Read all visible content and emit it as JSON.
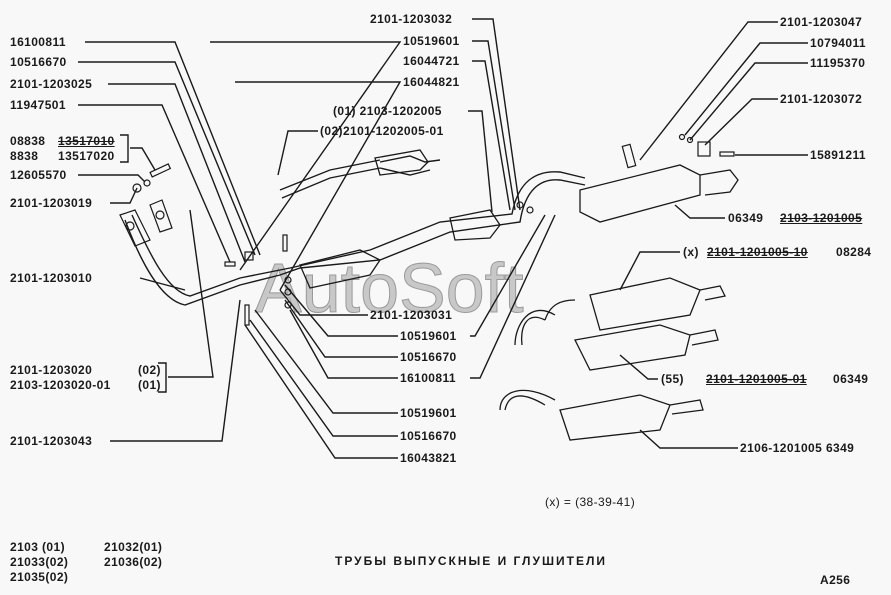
{
  "watermark": "AutoSoft",
  "labels_left": [
    "16100811",
    "10516670",
    "2101-1203025",
    "11947501",
    "08838",
    "13517010",
    "8838",
    "13517020",
    "12605570",
    "2101-1203019",
    "2101-1203010",
    "2101-1203020",
    "(02)",
    "2103-1203020-01",
    "(01)",
    "2101-1203043"
  ],
  "labels_top": [
    "2101-1203032",
    "10519601",
    "16044721",
    "16044821",
    "(01) 2103-1202005",
    "(02)2101-1202005-01"
  ],
  "labels_right": [
    "2101-1203047",
    "10794011",
    "11195370",
    "2101-1203072",
    "15891211",
    "06349",
    "2103-1201005",
    "(x)",
    "2101-1201005-10",
    "08284",
    "(55)",
    "2101-1201005-01",
    "06349",
    "2106-1201005 6349"
  ],
  "labels_mid": [
    "2101-1203031",
    "10519601",
    "10516670",
    "16100811",
    "10519601",
    "10516670",
    "16043821"
  ],
  "footnote": "(x) = (38-39-41)",
  "models": [
    "2103 (01)",
    "21032(01)",
    "21033(02)",
    "21036(02)",
    "21035(02)"
  ],
  "title": "ТРУБЫ ВЫПУСКНЫЕ И ГЛУШИТЕЛИ",
  "page_code": "A256"
}
